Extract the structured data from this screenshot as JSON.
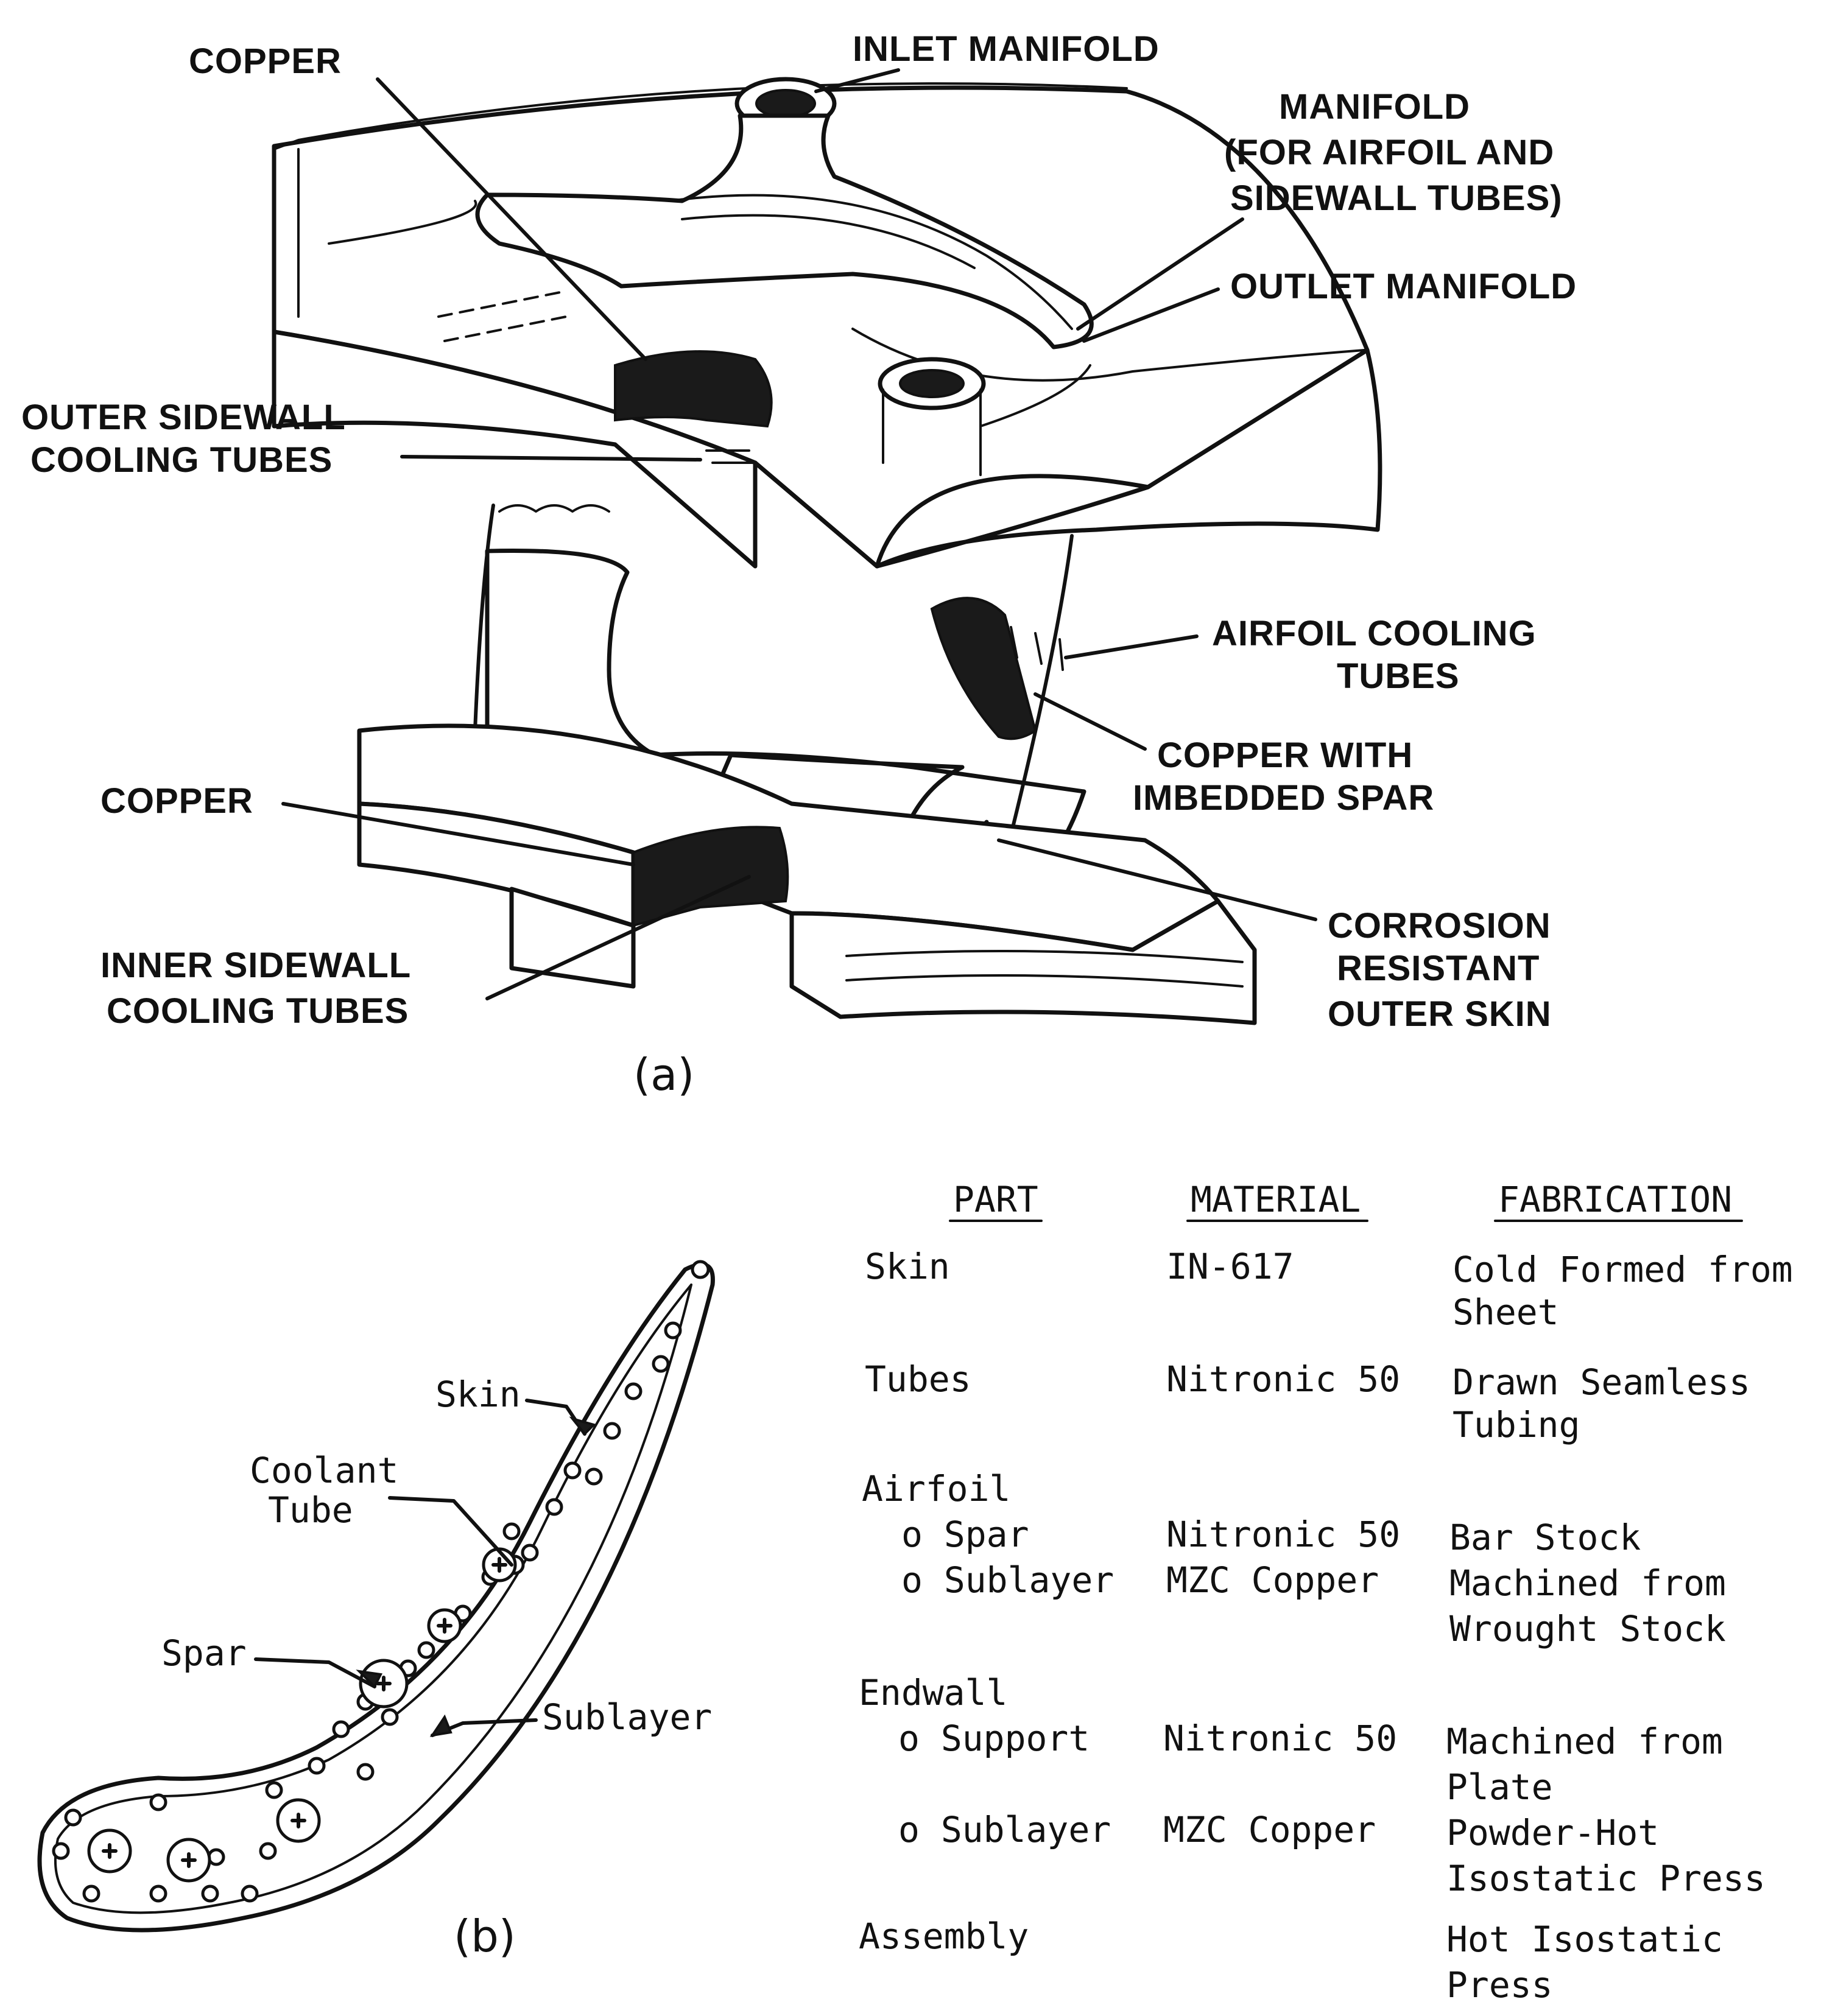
{
  "figure_a": {
    "caption": "(a)",
    "labels": {
      "copper_top": "COPPER",
      "inlet_manifold": "INLET MANIFOLD",
      "manifold_line1": "MANIFOLD",
      "manifold_line2": "(FOR AIRFOIL AND",
      "manifold_line3": "SIDEWALL TUBES)",
      "outlet_manifold": "OUTLET MANIFOLD",
      "outer_sidewall_line1": "OUTER SIDEWALL",
      "outer_sidewall_line2": "COOLING TUBES",
      "airfoil_cooling_line1": "AIRFOIL COOLING",
      "airfoil_cooling_line2": "TUBES",
      "copper_spar_line1": "COPPER WITH",
      "copper_spar_line2": "IMBEDDED SPAR",
      "copper_bottom": "COPPER",
      "corrosion_line1": "CORROSION",
      "corrosion_line2": "RESISTANT",
      "corrosion_line3": "OUTER SKIN",
      "inner_sidewall_line1": "INNER SIDEWALL",
      "inner_sidewall_line2": "COOLING TUBES"
    }
  },
  "figure_b": {
    "caption": "(b)",
    "labels": {
      "skin": "Skin",
      "coolant_line1": "Coolant",
      "coolant_line2": "Tube",
      "spar": "Spar",
      "sublayer": "Sublayer"
    }
  },
  "table": {
    "headers": {
      "part": "PART",
      "material": "MATERIAL",
      "fabrication": "FABRICATION"
    },
    "rows": {
      "skin": {
        "part": "Skin",
        "material": "IN-617",
        "fab1": "Cold Formed from",
        "fab2": "Sheet"
      },
      "tubes": {
        "part": "Tubes",
        "material": "Nitronic 50",
        "fab1": "Drawn Seamless",
        "fab2": "Tubing"
      },
      "airfoil": {
        "part": "Airfoil"
      },
      "airfoil_spar": {
        "part": "o Spar",
        "material": "Nitronic 50",
        "fab1": "Bar Stock"
      },
      "airfoil_sublayer": {
        "part": "o Sublayer",
        "material": "MZC Copper",
        "fab1": "Machined from",
        "fab2": "Wrought Stock"
      },
      "endwall": {
        "part": "Endwall"
      },
      "endwall_support": {
        "part": "o Support",
        "material": "Nitronic 50",
        "fab1": "Machined from",
        "fab2": "Plate"
      },
      "endwall_sublayer": {
        "part": "o Sublayer",
        "material": "MZC Copper",
        "fab1": "Powder-Hot",
        "fab2": "Isostatic Press"
      },
      "assembly": {
        "part": "Assembly",
        "fab1": "Hot Isostatic",
        "fab2": "Press"
      }
    }
  }
}
